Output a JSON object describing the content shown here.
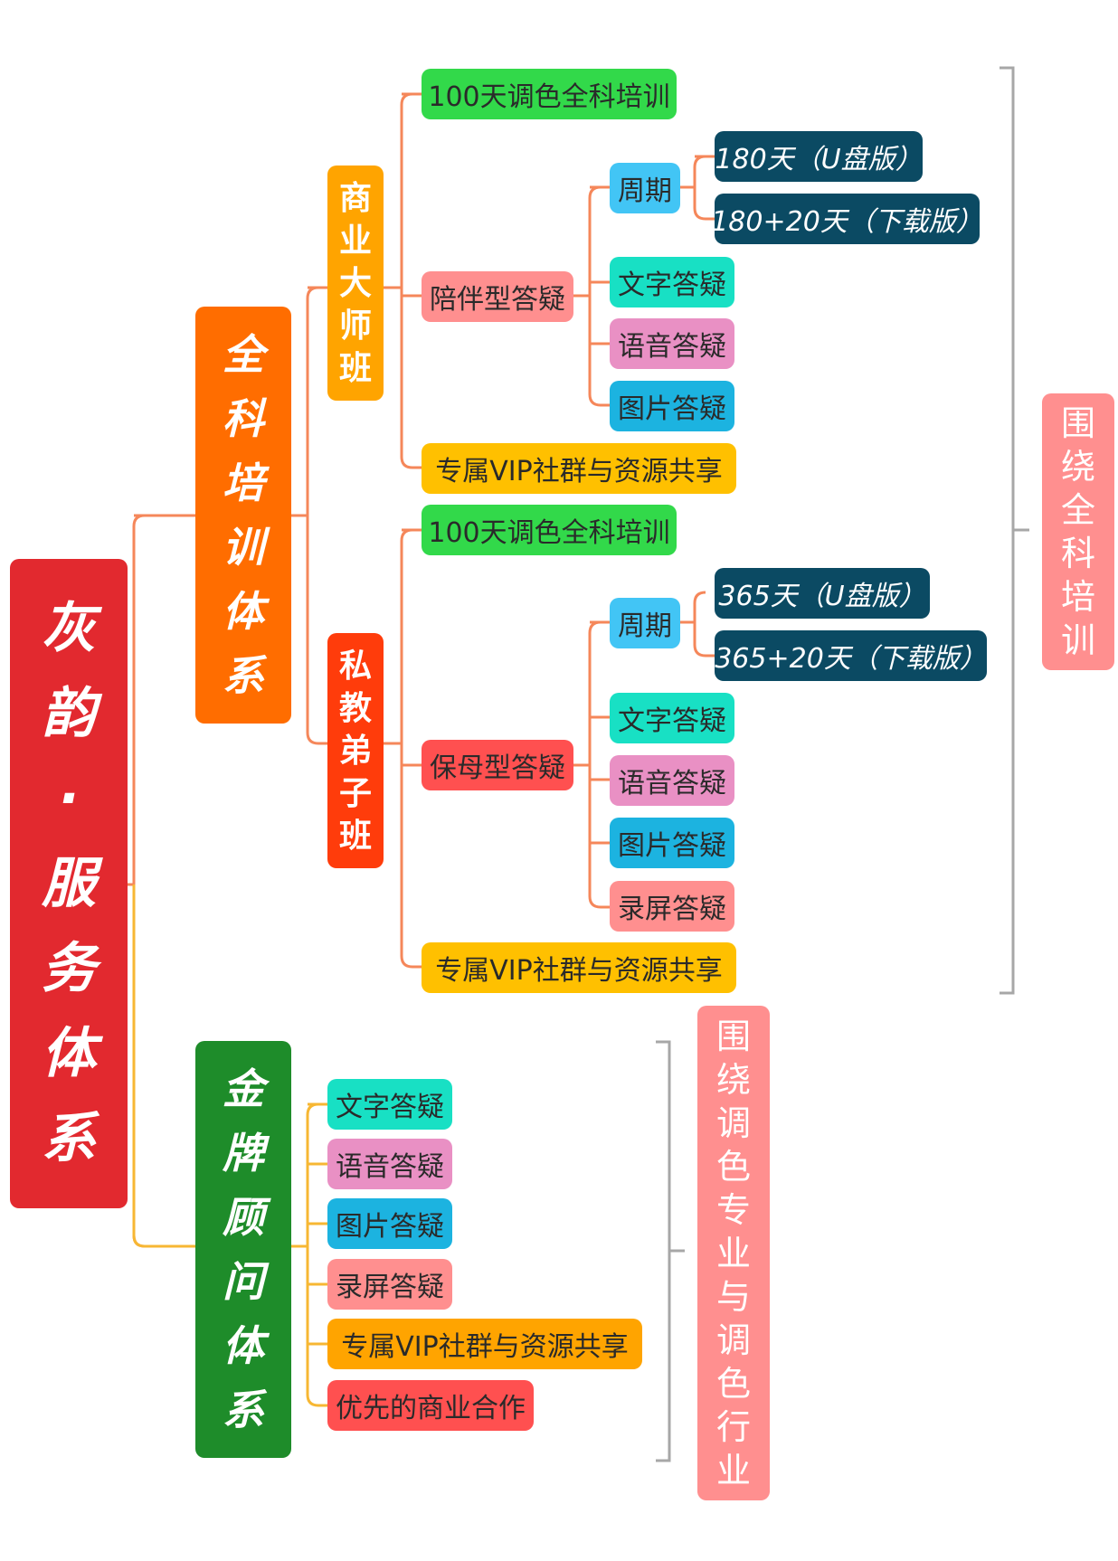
{
  "root": {
    "label": "灰韵·服务体系",
    "chars": [
      "灰",
      "韵",
      "·",
      "服",
      "务",
      "体",
      "系"
    ],
    "color": "#e2292f"
  },
  "colors": {
    "orange_branch": "#ff6d00",
    "green_branch": "#1e8c2a",
    "amber": "#ffa400",
    "red_orange": "#ff3c0b",
    "green": "#32d94a",
    "blue": "#42c5f5",
    "teal": "#18e0c4",
    "pink": "#e990c4",
    "cyan": "#1cb3e0",
    "salmon": "#ff8f8f",
    "red": "#ff5050",
    "yellow": "#ffc000",
    "navy": "#0b4a63",
    "bracket": "#a7a7a7",
    "side_note": "#ff8f8f",
    "connector_orange": "#f5875a",
    "connector_yellow": "#f7b733"
  },
  "branches": {
    "full_training": {
      "label": "全科培训体系",
      "chars": [
        "全",
        "科",
        "培",
        "训",
        "体",
        "系"
      ]
    },
    "gold_advisor": {
      "label": "金牌顾问体系",
      "chars": [
        "金",
        "牌",
        "顾",
        "问",
        "体",
        "系"
      ]
    }
  },
  "classes": {
    "business_master": {
      "label": "商业大师班",
      "chars": [
        "商",
        "业",
        "大",
        "师",
        "班"
      ]
    },
    "private_disciple": {
      "label": "私教弟子班",
      "chars": [
        "私",
        "教",
        "弟",
        "子",
        "班"
      ]
    }
  },
  "business_master": {
    "training": "100天调色全科培训",
    "qa_type": "陪伴型答疑",
    "cycle": "周期",
    "cycle_options": [
      "180天（U盘版）",
      "180+20天（下载版）"
    ],
    "qa_items": [
      "文字答疑",
      "语音答疑",
      "图片答疑"
    ],
    "community": "专属VIP社群与资源共享"
  },
  "private_disciple": {
    "training": "100天调色全科培训",
    "qa_type": "保母型答疑",
    "cycle": "周期",
    "cycle_options": [
      "365天（U盘版）",
      "365+20天（下载版）"
    ],
    "qa_items": [
      "文字答疑",
      "语音答疑",
      "图片答疑",
      "录屏答疑"
    ],
    "community": "专属VIP社群与资源共享"
  },
  "gold_advisor": {
    "items": [
      "文字答疑",
      "语音答疑",
      "图片答疑",
      "录屏答疑",
      "专属VIP社群与资源共享",
      "优先的商业合作"
    ]
  },
  "side_notes": {
    "full_training": {
      "label": "围绕全科培训",
      "chars": [
        "围",
        "绕",
        "全",
        "科",
        "培",
        "训"
      ]
    },
    "color_industry": {
      "label": "围绕调色专业与调色行业",
      "chars": [
        "围",
        "绕",
        "调",
        "色",
        "专",
        "业",
        "与",
        "调",
        "色",
        "行",
        "业"
      ]
    }
  }
}
